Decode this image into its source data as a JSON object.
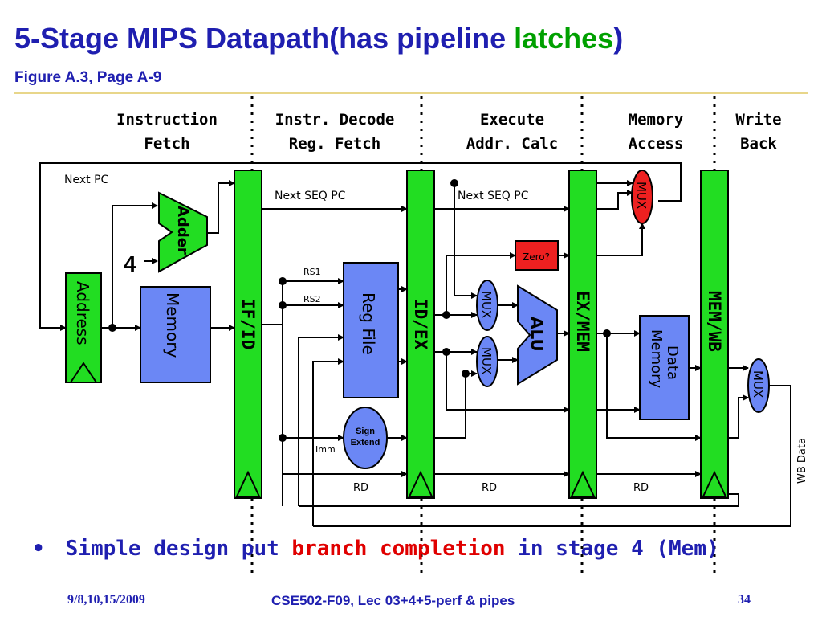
{
  "title": {
    "main": "5-Stage MIPS Datapath(has pipeline ",
    "highlight": "latches",
    "close": ")"
  },
  "subtitle": "Figure A.3, Page A-9",
  "stages": [
    {
      "line1": "Instruction",
      "line2": "Fetch"
    },
    {
      "line1": "Instr. Decode",
      "line2": "Reg. Fetch"
    },
    {
      "line1": "Execute",
      "line2": "Addr. Calc"
    },
    {
      "line1": "Memory",
      "line2": "Access"
    },
    {
      "line1": "Write",
      "line2": "Back"
    }
  ],
  "latches": {
    "if_id": "IF/ID",
    "id_ex": "ID/EX",
    "ex_mem": "EX/MEM",
    "mem_wb": "MEM/WB"
  },
  "blocks": {
    "address": "Address",
    "adder": "Adder",
    "constant_four": "4",
    "instr_memory": "Memory",
    "reg_file": "Reg File",
    "sign_extend_line1": "Sign",
    "sign_extend_line2": "Extend",
    "alu": "ALU",
    "zero": "Zero?",
    "data_memory_line1": "Data",
    "data_memory_line2": "Memory",
    "mux": "MUX"
  },
  "wires": {
    "next_pc": "Next PC",
    "next_seq_pc_1": "Next SEQ PC",
    "next_seq_pc_2": "Next SEQ PC",
    "rs1": "RS1",
    "rs2": "RS2",
    "imm": "Imm",
    "rd_1": "RD",
    "rd_2": "RD",
    "rd_3": "RD",
    "wb_data": "WB Data"
  },
  "bullet": {
    "marker": "•",
    "before": "Simple design put ",
    "highlight": "branch completion",
    "after": " in stage 4 (Mem)"
  },
  "footer": {
    "date": "9/8,10,15/2009",
    "course": "CSE502-F09, Lec 03+4+5-perf & pipes",
    "page": "34"
  },
  "colors": {
    "title_blue": "#1f1fb0",
    "latch_green": "#22dd22",
    "block_blue": "#6b87f5",
    "zero_red": "#ee2020",
    "mux_red": "#ee2020",
    "accent_green": "#00a000",
    "accent_red": "#e00000"
  }
}
